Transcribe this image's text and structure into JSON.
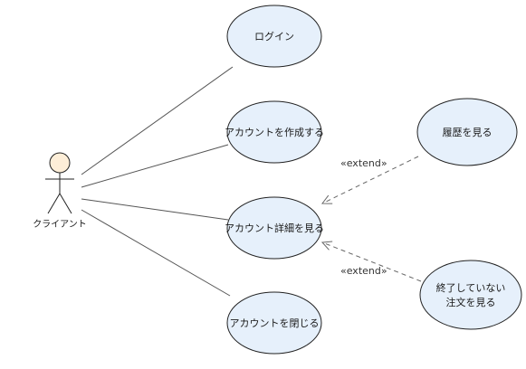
{
  "colors": {
    "usecase_fill": "#e6f0fb",
    "usecase_stroke": "#222222",
    "actor_head_fill": "#fdeed8",
    "line": "#555555",
    "dashed_line": "#666666"
  },
  "actor": {
    "label": "クライアント"
  },
  "usecases": {
    "login": "ログイン",
    "create_account": "アカウントを作成する",
    "view_account": "アカウント詳細を見る",
    "close_account": "アカウントを閉じる",
    "view_history": "履歴を見る",
    "view_open_orders_line1": "終了していない",
    "view_open_orders_line2": "注文を見る"
  },
  "relations": {
    "extend_history": "«extend»",
    "extend_orders": "«extend»"
  }
}
